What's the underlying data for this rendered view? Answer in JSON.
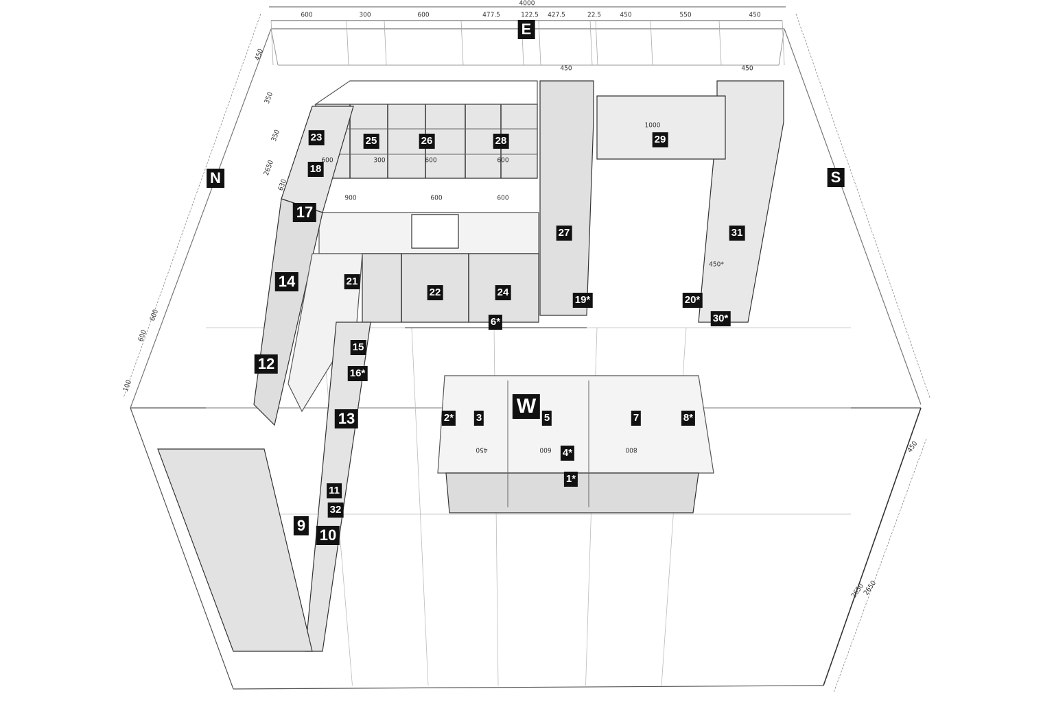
{
  "walls": {
    "east": "E",
    "north": "N",
    "south": "S",
    "west": "W"
  },
  "dimensions": {
    "total_width": "4000",
    "top_segments": [
      "600",
      "300",
      "600",
      "477.5",
      "122.5",
      "427.5",
      "22.5",
      "450",
      "550",
      "450"
    ],
    "tall_unit_widths": [
      "450",
      "450"
    ],
    "shelf_width": "1000",
    "wall_cabinet_widths": [
      "600",
      "300",
      "600",
      "600"
    ],
    "base_widths": [
      "900",
      "600",
      "600"
    ],
    "side_widths": [
      "450*"
    ],
    "island_widths": [
      "450",
      "600",
      "800"
    ],
    "left_heights": [
      "450",
      "350",
      "350",
      "2650",
      "630",
      "600",
      "600",
      "100"
    ],
    "right_heights": [
      "450",
      "2650",
      "2650"
    ]
  },
  "modules": [
    "23",
    "25",
    "26",
    "28",
    "29",
    "18",
    "17",
    "27",
    "31",
    "14",
    "21",
    "22",
    "24",
    "19*",
    "20*",
    "30*",
    "6*",
    "15",
    "12",
    "16*",
    "2*",
    "3",
    "5",
    "7",
    "8*",
    "13",
    "4*",
    "1*",
    "11",
    "32",
    "9",
    "10"
  ],
  "colors": {
    "line": "#555555",
    "cabinet": "#e6e6e6",
    "tag": "#111111"
  }
}
